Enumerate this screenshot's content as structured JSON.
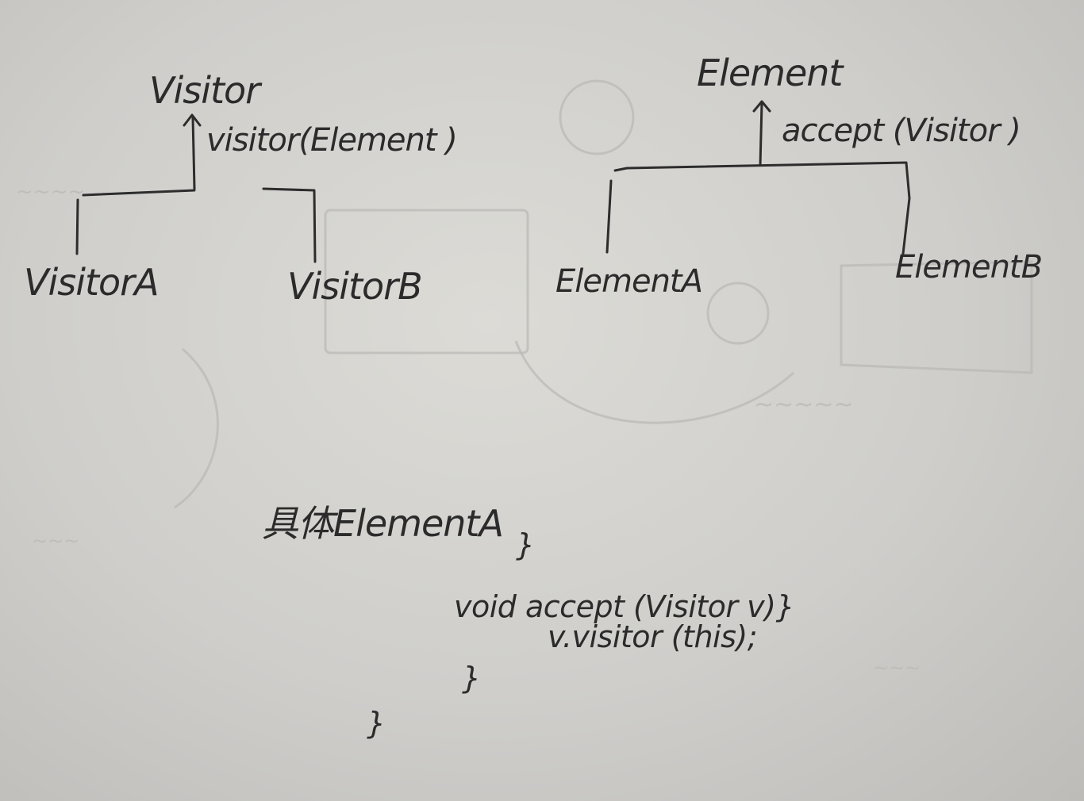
{
  "visitor_tree": {
    "root": "Visitor",
    "method": "visitor(Element )",
    "left": "VisitorA",
    "right": "VisitorB"
  },
  "element_tree": {
    "root": "Element",
    "method": "accept (Visitor )",
    "left": "ElementA",
    "right": "ElementB"
  },
  "code": {
    "header": "具体ElementA",
    "open_brace": "}",
    "line1": "void  accept (Visitor v)}",
    "line2": "v.visitor (this);",
    "close_inner": "}",
    "close_outer": "}"
  },
  "colors": {
    "ink": "#2b2b2b",
    "board": "#d4d3cf",
    "ghost": "#b9b8b4"
  }
}
